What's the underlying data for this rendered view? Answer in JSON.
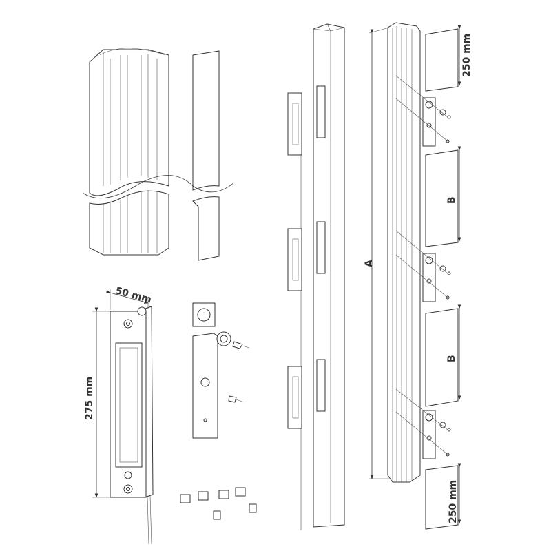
{
  "dimensions": {
    "lock_width": "50 mm",
    "lock_height": "275 mm",
    "top_strip": "250 mm",
    "bottom_strip": "250 mm",
    "post_length": "A",
    "spacing_1": "B",
    "spacing_2": "B"
  },
  "colors": {
    "line": "#333333",
    "fill": "#ffffff"
  }
}
